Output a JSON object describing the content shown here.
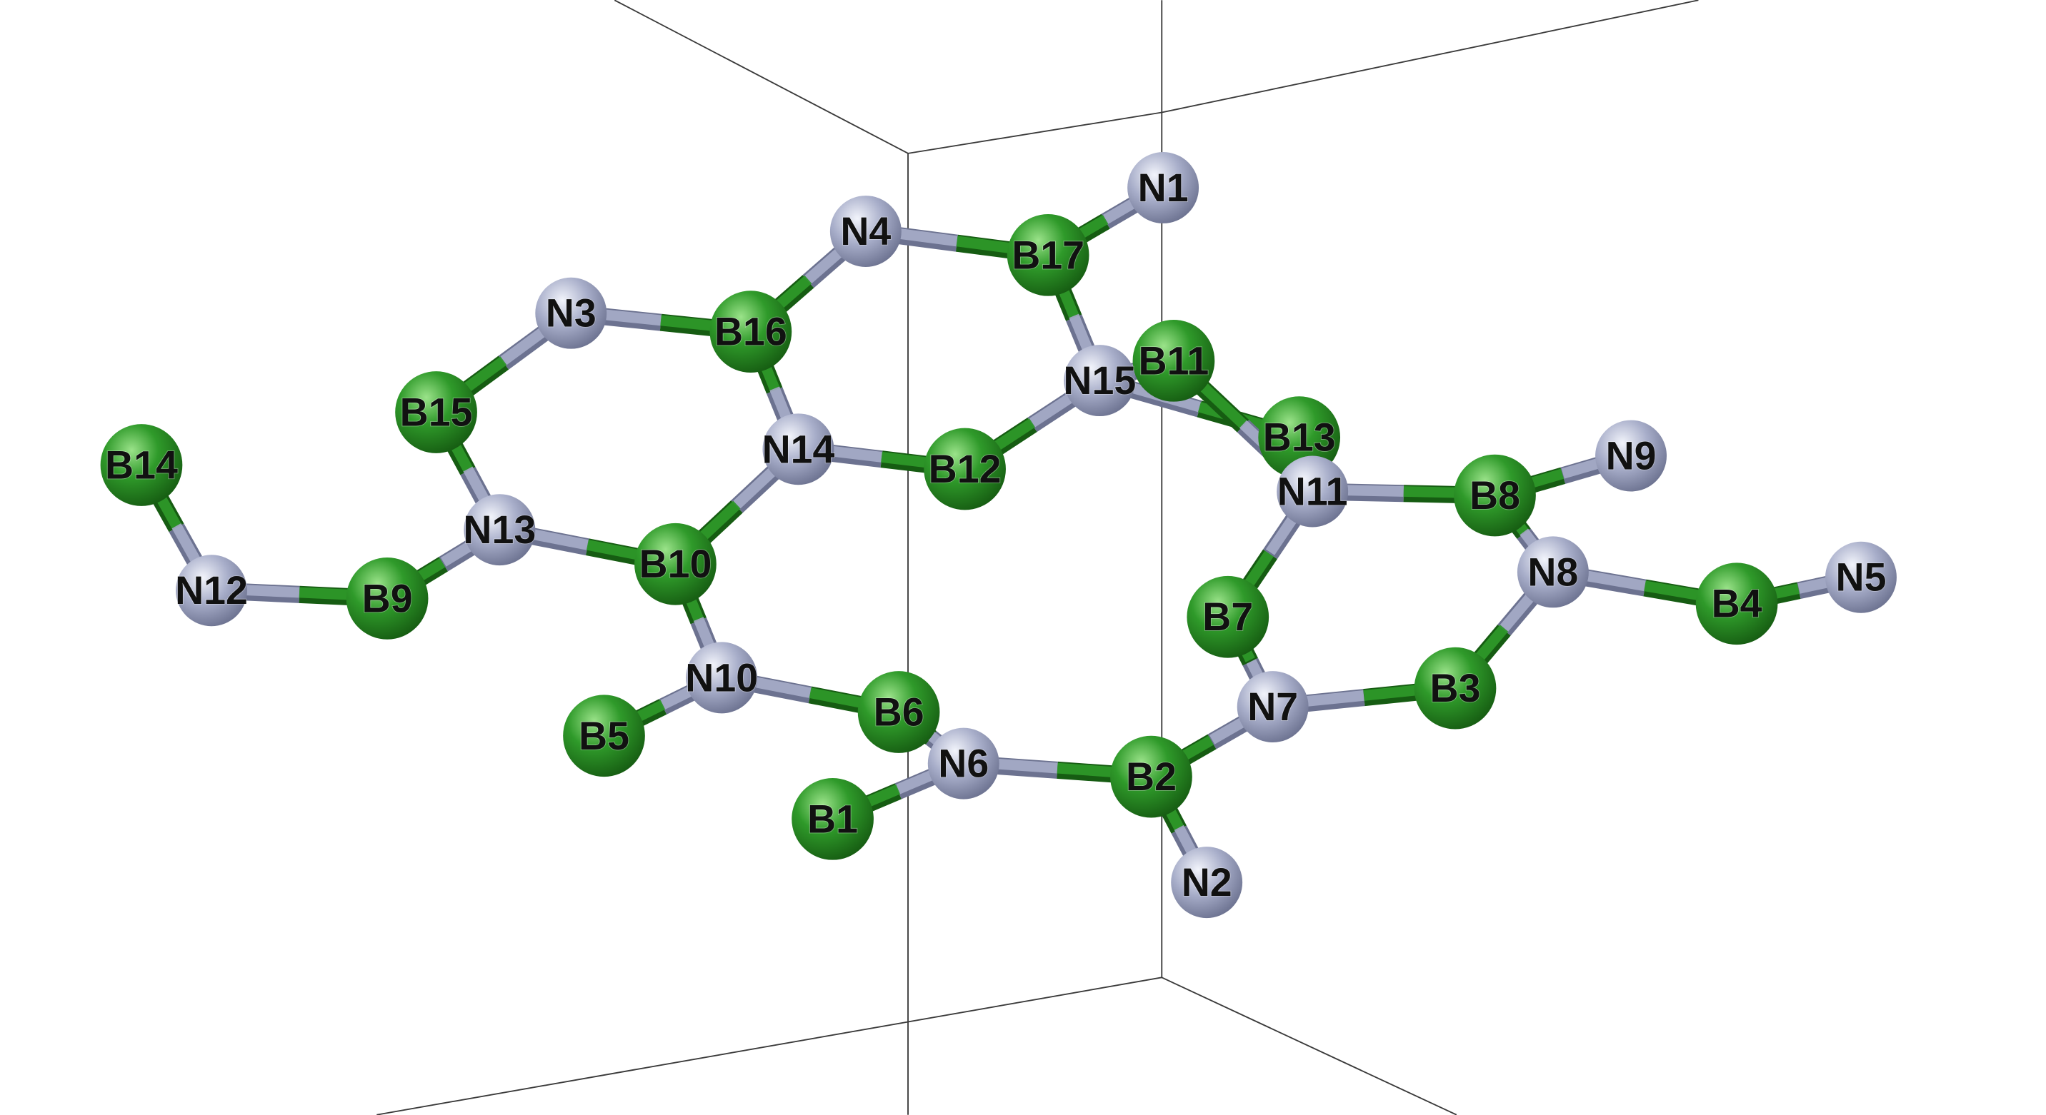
{
  "colors": {
    "boron": "#2f9a2a",
    "boron_highlight": "#9be38a",
    "boron_shadow": "#165c12",
    "nitrogen": "#a7adc9",
    "nitrogen_highlight": "#f2f4fb",
    "nitrogen_shadow": "#6c7290",
    "cell_edge": "#3a3a3a",
    "background": "#ffffff"
  },
  "atoms": [
    {
      "id": "N1",
      "element": "N"
    },
    {
      "id": "N4",
      "element": "N"
    },
    {
      "id": "B17",
      "element": "B"
    },
    {
      "id": "N3",
      "element": "N"
    },
    {
      "id": "B16",
      "element": "B"
    },
    {
      "id": "B11",
      "element": "B"
    },
    {
      "id": "N15",
      "element": "N"
    },
    {
      "id": "B15",
      "element": "B"
    },
    {
      "id": "B13",
      "element": "B"
    },
    {
      "id": "B14",
      "element": "B"
    },
    {
      "id": "N14",
      "element": "N"
    },
    {
      "id": "N9",
      "element": "N"
    },
    {
      "id": "B12",
      "element": "B"
    },
    {
      "id": "N11",
      "element": "N"
    },
    {
      "id": "B8",
      "element": "B"
    },
    {
      "id": "N13",
      "element": "N"
    },
    {
      "id": "B10",
      "element": "B"
    },
    {
      "id": "N8",
      "element": "N"
    },
    {
      "id": "N5",
      "element": "N"
    },
    {
      "id": "N12",
      "element": "N"
    },
    {
      "id": "B9",
      "element": "B"
    },
    {
      "id": "B4",
      "element": "B"
    },
    {
      "id": "B7",
      "element": "B"
    },
    {
      "id": "N10",
      "element": "N"
    },
    {
      "id": "B3",
      "element": "B"
    },
    {
      "id": "N7",
      "element": "N"
    },
    {
      "id": "B6",
      "element": "B"
    },
    {
      "id": "B5",
      "element": "B"
    },
    {
      "id": "N6",
      "element": "N"
    },
    {
      "id": "B2",
      "element": "B"
    },
    {
      "id": "B1",
      "element": "B"
    },
    {
      "id": "N2",
      "element": "N"
    }
  ],
  "bonds": [
    [
      "N1",
      "B17"
    ],
    [
      "N4",
      "B17"
    ],
    [
      "N4",
      "B16"
    ],
    [
      "N3",
      "B16"
    ],
    [
      "N3",
      "B15"
    ],
    [
      "B17",
      "N15"
    ],
    [
      "B16",
      "N14"
    ],
    [
      "N15",
      "B11"
    ],
    [
      "N15",
      "B13"
    ],
    [
      "N15",
      "B12"
    ],
    [
      "B11",
      "N11"
    ],
    [
      "B13",
      "N11"
    ],
    [
      "B15",
      "N13"
    ],
    [
      "B14",
      "N12"
    ],
    [
      "N12",
      "B9"
    ],
    [
      "B9",
      "N13"
    ],
    [
      "N13",
      "B10"
    ],
    [
      "N14",
      "B10"
    ],
    [
      "N14",
      "B12"
    ],
    [
      "B10",
      "N10"
    ],
    [
      "N10",
      "B5"
    ],
    [
      "N10",
      "B6"
    ],
    [
      "B6",
      "N6"
    ],
    [
      "N6",
      "B1"
    ],
    [
      "N6",
      "B2"
    ],
    [
      "B2",
      "N2"
    ],
    [
      "B2",
      "N7"
    ],
    [
      "N7",
      "B7"
    ],
    [
      "N7",
      "B3"
    ],
    [
      "B7",
      "N11"
    ],
    [
      "N11",
      "B8"
    ],
    [
      "B8",
      "N9"
    ],
    [
      "B8",
      "N8"
    ],
    [
      "N8",
      "B3"
    ],
    [
      "N8",
      "B4"
    ],
    [
      "B4",
      "N5"
    ]
  ]
}
